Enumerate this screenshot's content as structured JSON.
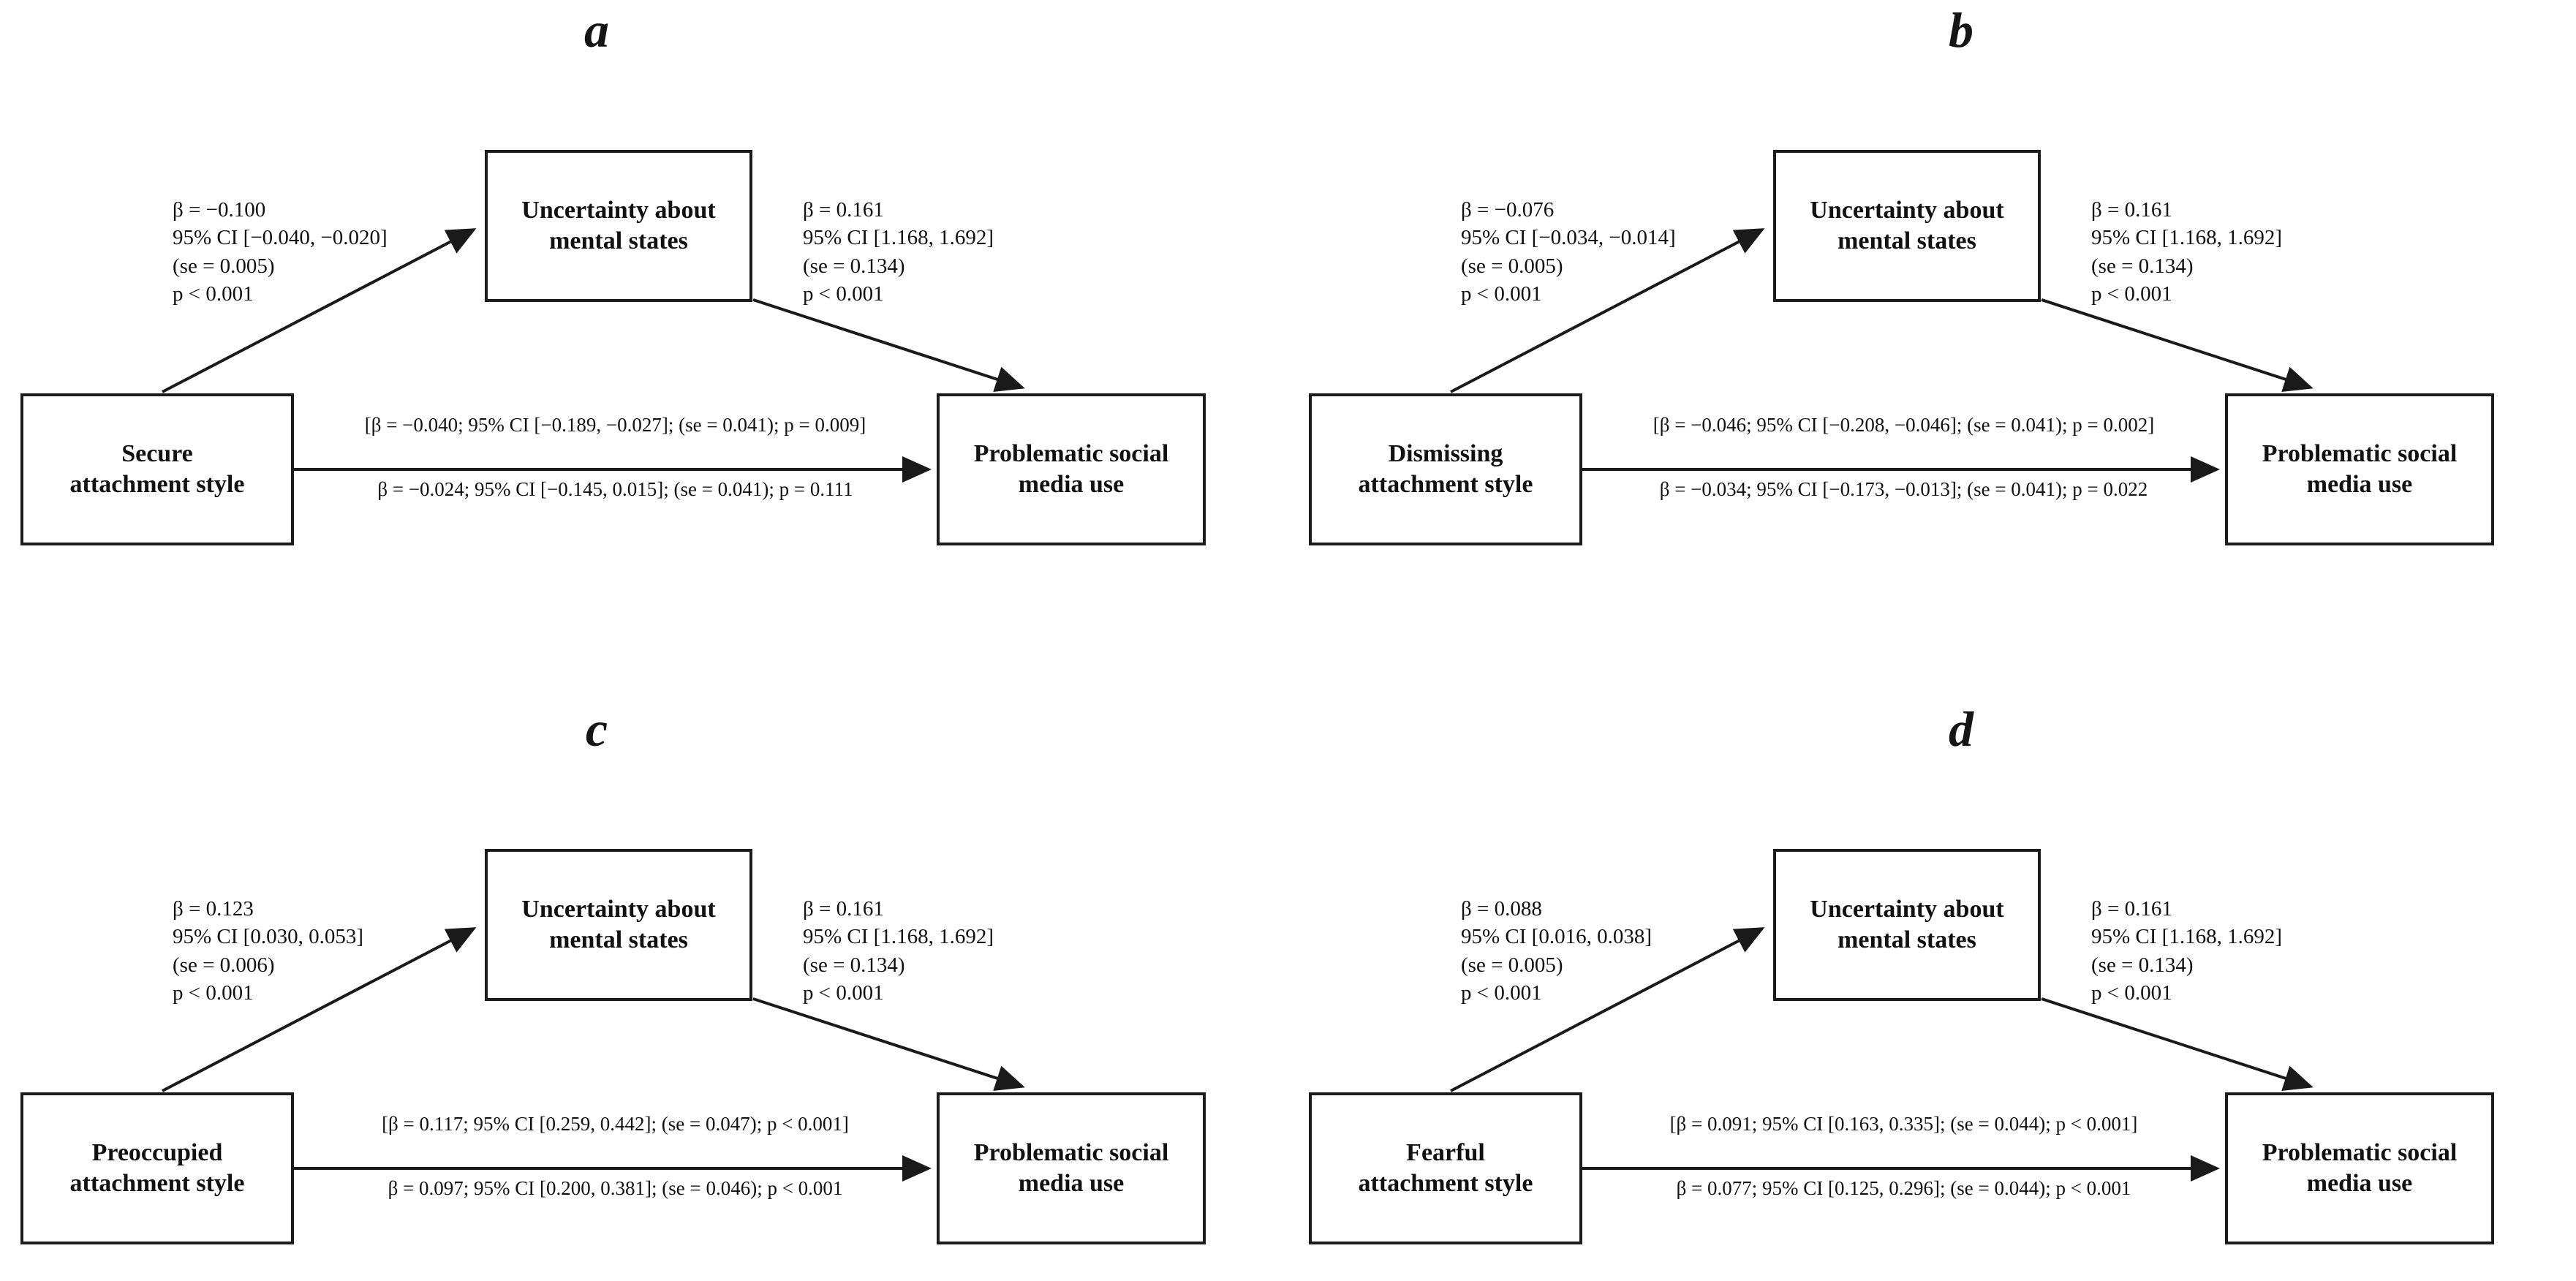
{
  "figure": {
    "type": "mediation path diagrams",
    "description": "Four mediation models of attachment styles on problematic social media use via uncertainty about mental states",
    "line_color": "#1a1a1a",
    "background_color": "#ffffff",
    "mediator": {
      "line1": "Uncertainty about",
      "line2": "mental states"
    },
    "outcome": {
      "line1": "Problematic social",
      "line2": "media use"
    }
  },
  "panels": [
    {
      "letter": "a",
      "predictor_line1": "Secure",
      "predictor_line2": "attachment style",
      "mediator_line1": "Uncertainty about",
      "mediator_line2": "mental states",
      "outcome_line1": "Problematic social",
      "outcome_line2": "media use",
      "a_path": [
        "β = −0.100",
        "95% CI [−0.040, −0.020]",
        "(se = 0.005)",
        "p < 0.001"
      ],
      "b_path": [
        "β = 0.161",
        "95% CI [1.168, 1.692]",
        "(se = 0.134)",
        "p < 0.001"
      ],
      "total_effect": "[β = −0.040; 95% CI [−0.189, −0.027]; (se = 0.041); p = 0.009]",
      "direct_effect": "β = −0.024; 95% CI [−0.145, 0.015]; (se = 0.041); p = 0.111"
    },
    {
      "letter": "b",
      "predictor_line1": "Dismissing",
      "predictor_line2": "attachment style",
      "mediator_line1": "Uncertainty about",
      "mediator_line2": "mental states",
      "outcome_line1": "Problematic social",
      "outcome_line2": "media use",
      "a_path": [
        "β = −0.076",
        "95% CI [−0.034, −0.014]",
        "(se = 0.005)",
        "p < 0.001"
      ],
      "b_path": [
        "β = 0.161",
        "95% CI [1.168, 1.692]",
        "(se = 0.134)",
        "p < 0.001"
      ],
      "total_effect": "[β = −0.046; 95% CI [−0.208, −0.046]; (se = 0.041); p = 0.002]",
      "direct_effect": "β = −0.034; 95% CI [−0.173, −0.013]; (se = 0.041); p = 0.022"
    },
    {
      "letter": "c",
      "predictor_line1": "Preoccupied",
      "predictor_line2": "attachment style",
      "mediator_line1": "Uncertainty about",
      "mediator_line2": "mental states",
      "outcome_line1": "Problematic social",
      "outcome_line2": "media use",
      "a_path": [
        "β = 0.123",
        "95% CI [0.030, 0.053]",
        "(se = 0.006)",
        "p < 0.001"
      ],
      "b_path": [
        "β = 0.161",
        "95% CI [1.168, 1.692]",
        "(se = 0.134)",
        "p < 0.001"
      ],
      "total_effect": "[β = 0.117; 95% CI [0.259, 0.442]; (se = 0.047); p < 0.001]",
      "direct_effect": "β = 0.097; 95% CI [0.200, 0.381]; (se = 0.046); p < 0.001"
    },
    {
      "letter": "d",
      "predictor_line1": "Fearful",
      "predictor_line2": "attachment style",
      "mediator_line1": "Uncertainty about",
      "mediator_line2": "mental states",
      "outcome_line1": "Problematic social",
      "outcome_line2": "media use",
      "a_path": [
        "β = 0.088",
        "95% CI [0.016, 0.038]",
        "(se = 0.005)",
        "p < 0.001"
      ],
      "b_path": [
        "β = 0.161",
        "95% CI [1.168, 1.692]",
        "(se = 0.134)",
        "p < 0.001"
      ],
      "total_effect": "[β = 0.091; 95% CI [0.163, 0.335]; (se = 0.044); p < 0.001]",
      "direct_effect": "β = 0.077; 95% CI [0.125, 0.296]; (se = 0.044); p < 0.001"
    }
  ]
}
